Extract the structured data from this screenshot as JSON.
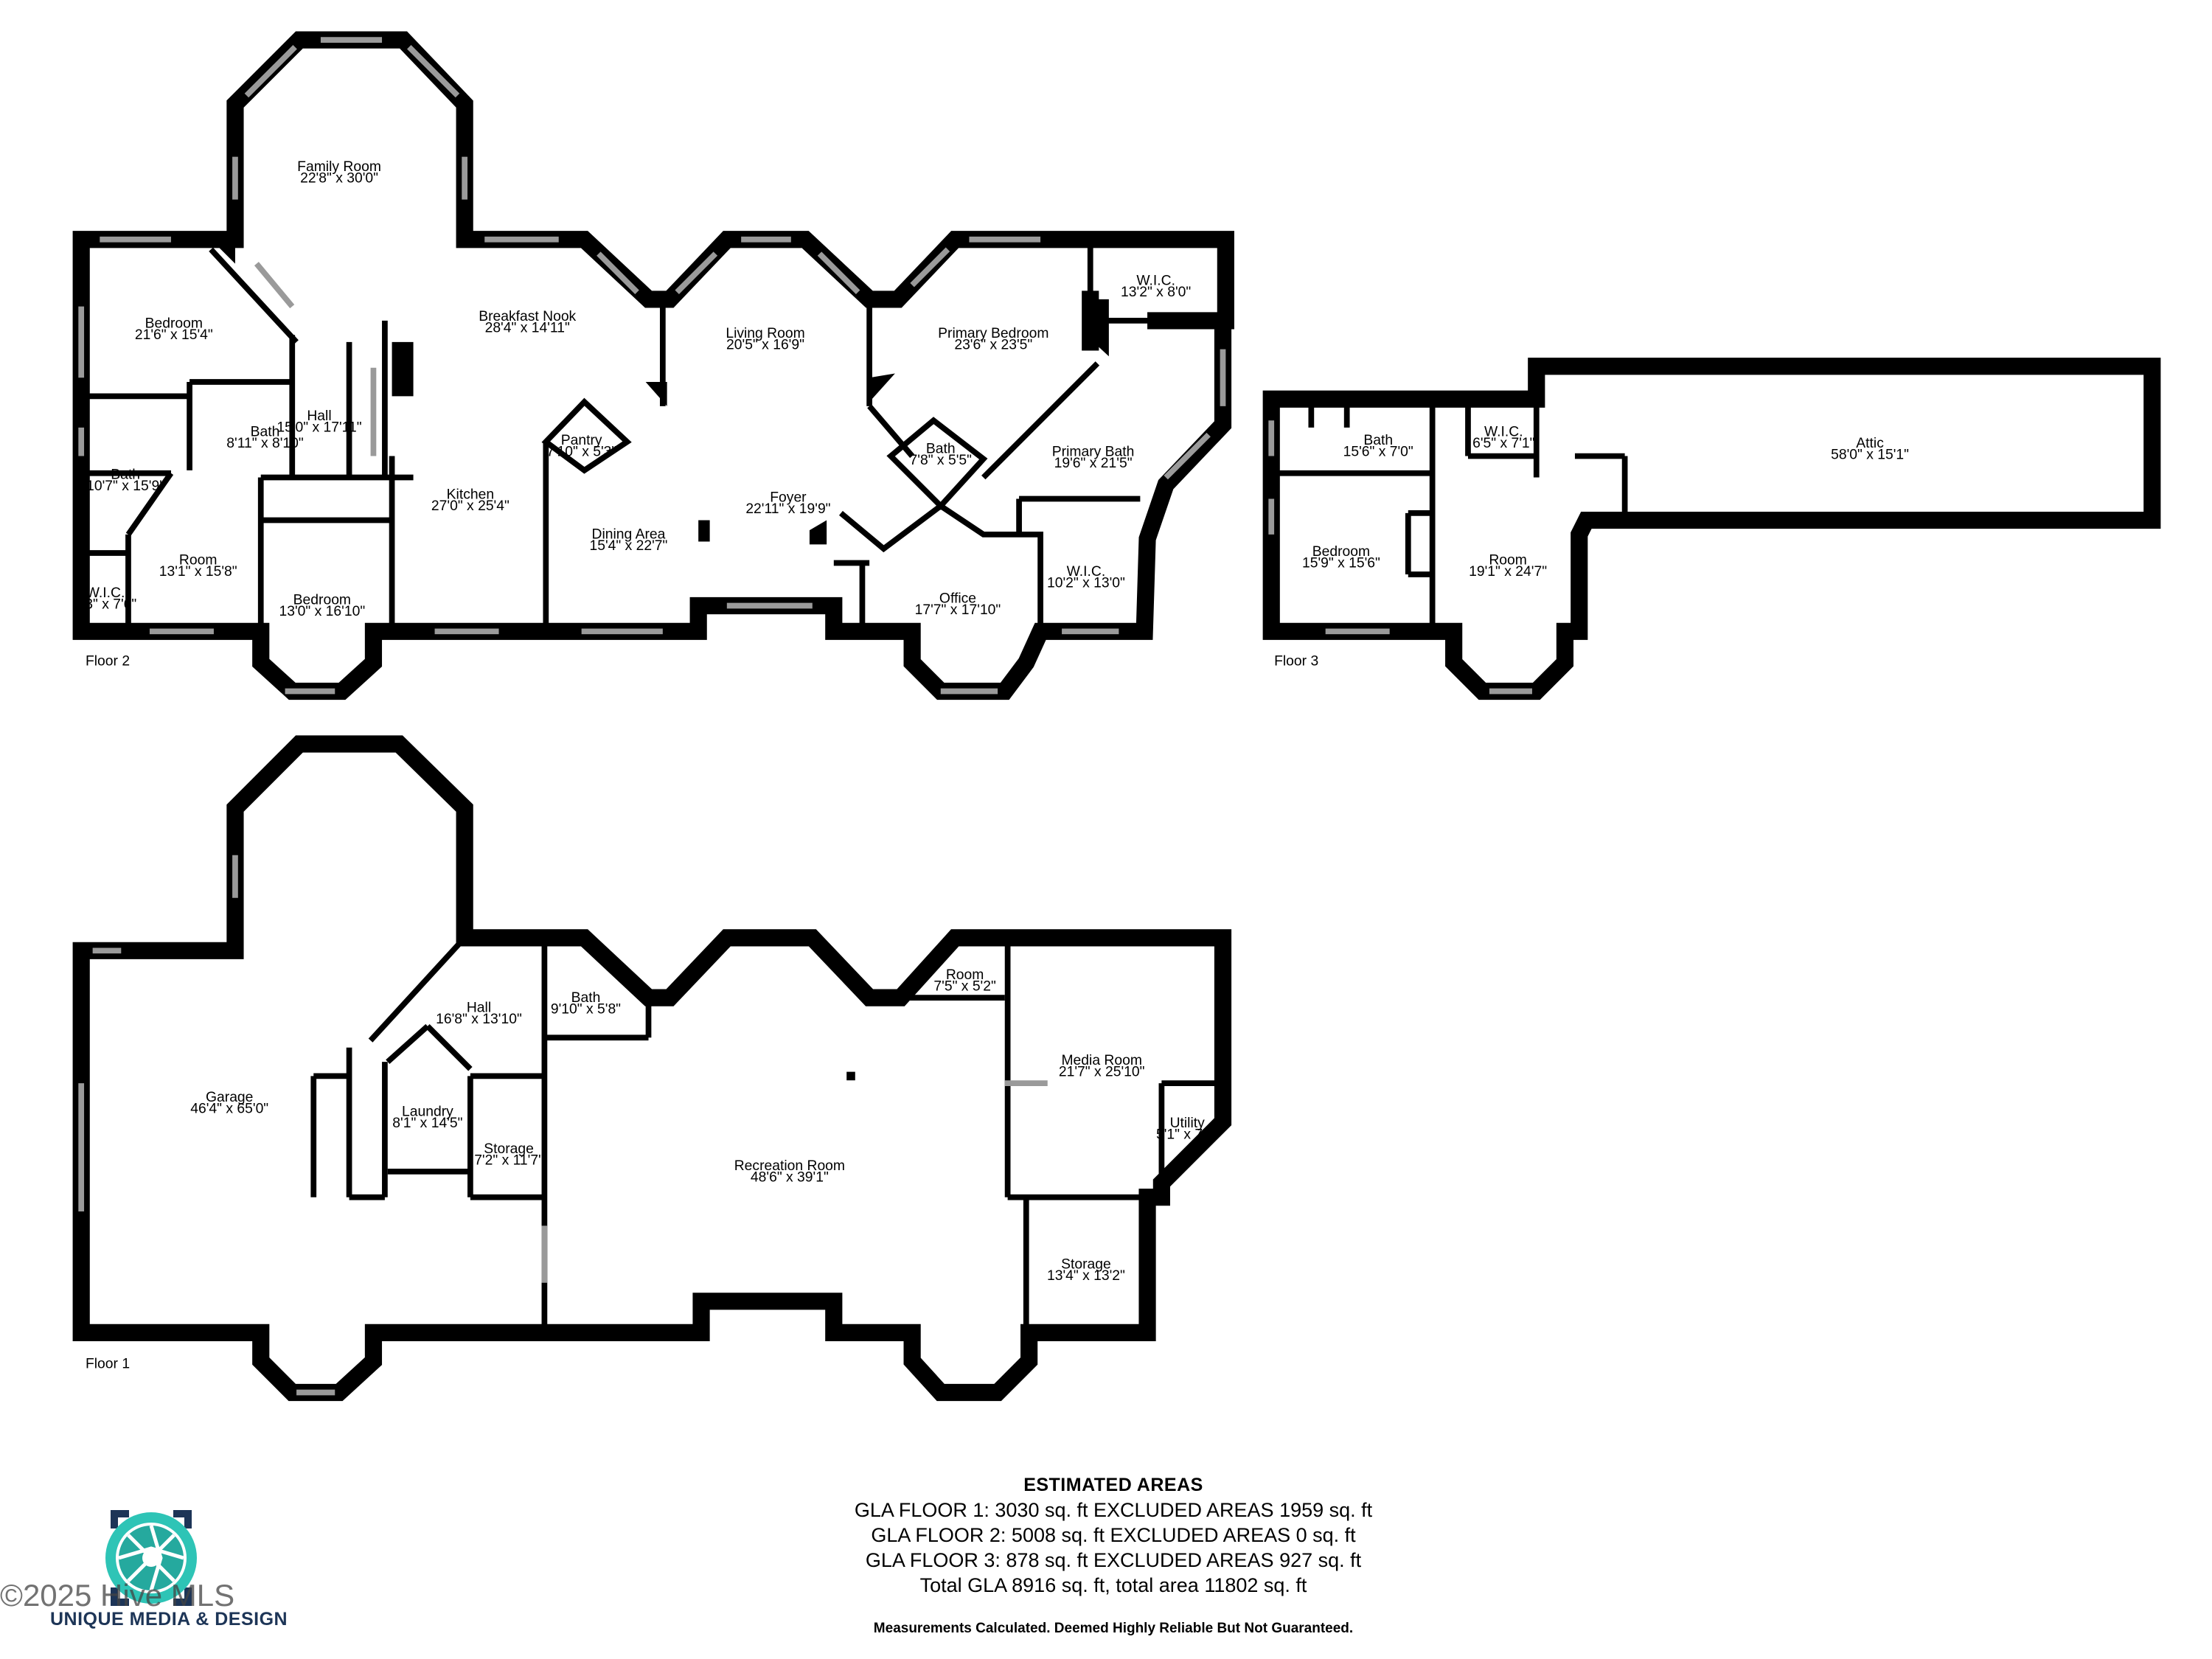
{
  "floors": [
    {
      "label": "Floor 2",
      "rooms": [
        {
          "name": "Family Room",
          "dims": "22'8\" x 30'0\""
        },
        {
          "name": "Bedroom",
          "dims": "21'6\" x 15'4\""
        },
        {
          "name": "Breakfast Nook",
          "dims": "28'4\" x 14'11\""
        },
        {
          "name": "Living Room",
          "dims": "20'5\" x 16'9\""
        },
        {
          "name": "Primary Bedroom",
          "dims": "23'6\" x 23'5\""
        },
        {
          "name": "W.I.C.",
          "dims": "13'2\" x 8'0\""
        },
        {
          "name": "Hall",
          "dims": "15'0\" x 17'11\""
        },
        {
          "name": "Bath",
          "dims": "8'11\" x 8'10\""
        },
        {
          "name": "Bath",
          "dims": "10'7\" x 15'9\""
        },
        {
          "name": "Pantry",
          "dims": "7'10\" x 5'3\""
        },
        {
          "name": "Bath",
          "dims": "7'8\" x 5'5\""
        },
        {
          "name": "Primary Bath",
          "dims": "19'6\" x 21'5\""
        },
        {
          "name": "Kitchen",
          "dims": "27'0\" x 25'4\""
        },
        {
          "name": "Foyer",
          "dims": "22'11\" x 19'9\""
        },
        {
          "name": "Dining Area",
          "dims": "15'4\" x 22'7\""
        },
        {
          "name": "Room",
          "dims": "13'1\" x 15'8\""
        },
        {
          "name": "W.I.C.",
          "dims": "4'3\" x 7'6\""
        },
        {
          "name": "Bedroom",
          "dims": "13'0\" x 16'10\""
        },
        {
          "name": "Office",
          "dims": "17'7\" x 17'10\""
        },
        {
          "name": "W.I.C.",
          "dims": "10'2\" x 13'0\""
        }
      ]
    },
    {
      "label": "Floor 3",
      "rooms": [
        {
          "name": "Bath",
          "dims": "15'6\" x 7'0\""
        },
        {
          "name": "W.I.C.",
          "dims": "6'5\" x 7'1\""
        },
        {
          "name": "Attic",
          "dims": "58'0\" x 15'1\""
        },
        {
          "name": "Bedroom",
          "dims": "15'9\" x 15'6\""
        },
        {
          "name": "Room",
          "dims": "19'1\" x 24'7\""
        }
      ]
    },
    {
      "label": "Floor 1",
      "rooms": [
        {
          "name": "Garage",
          "dims": "46'4\" x 65'0\""
        },
        {
          "name": "Hall",
          "dims": "16'8\" x 13'10\""
        },
        {
          "name": "Bath",
          "dims": "9'10\" x 5'8\""
        },
        {
          "name": "Room",
          "dims": "7'5\" x 5'2\""
        },
        {
          "name": "Media Room",
          "dims": "21'7\" x 25'10\""
        },
        {
          "name": "Laundry",
          "dims": "8'1\" x 14'5\""
        },
        {
          "name": "Storage",
          "dims": "7'2\" x 11'7\""
        },
        {
          "name": "Utility",
          "dims": "5'1\" x 7'2\""
        },
        {
          "name": "Recreation Room",
          "dims": "48'6\" x 39'1\""
        },
        {
          "name": "Storage",
          "dims": "13'4\" x 13'2\""
        }
      ]
    }
  ],
  "estimated_areas": {
    "heading": "ESTIMATED AREAS",
    "lines": [
      "GLA FLOOR 1: 3030 sq. ft EXCLUDED AREAS 1959 sq. ft",
      "GLA FLOOR 2: 5008 sq. ft EXCLUDED AREAS 0 sq. ft",
      "GLA FLOOR 3: 878 sq. ft EXCLUDED AREAS 927 sq. ft",
      "Total GLA 8916 sq. ft, total area 11802 sq. ft"
    ]
  },
  "disclaimer": "Measurements Calculated. Deemed Highly Reliable But Not Guaranteed.",
  "logo": {
    "text": "UNIQUE MEDIA & DESIGN",
    "icon": "camera-aperture-icon",
    "colors": [
      "#2ec4b6",
      "#1d3557"
    ]
  },
  "copyright": "©2025 Hive MLS"
}
